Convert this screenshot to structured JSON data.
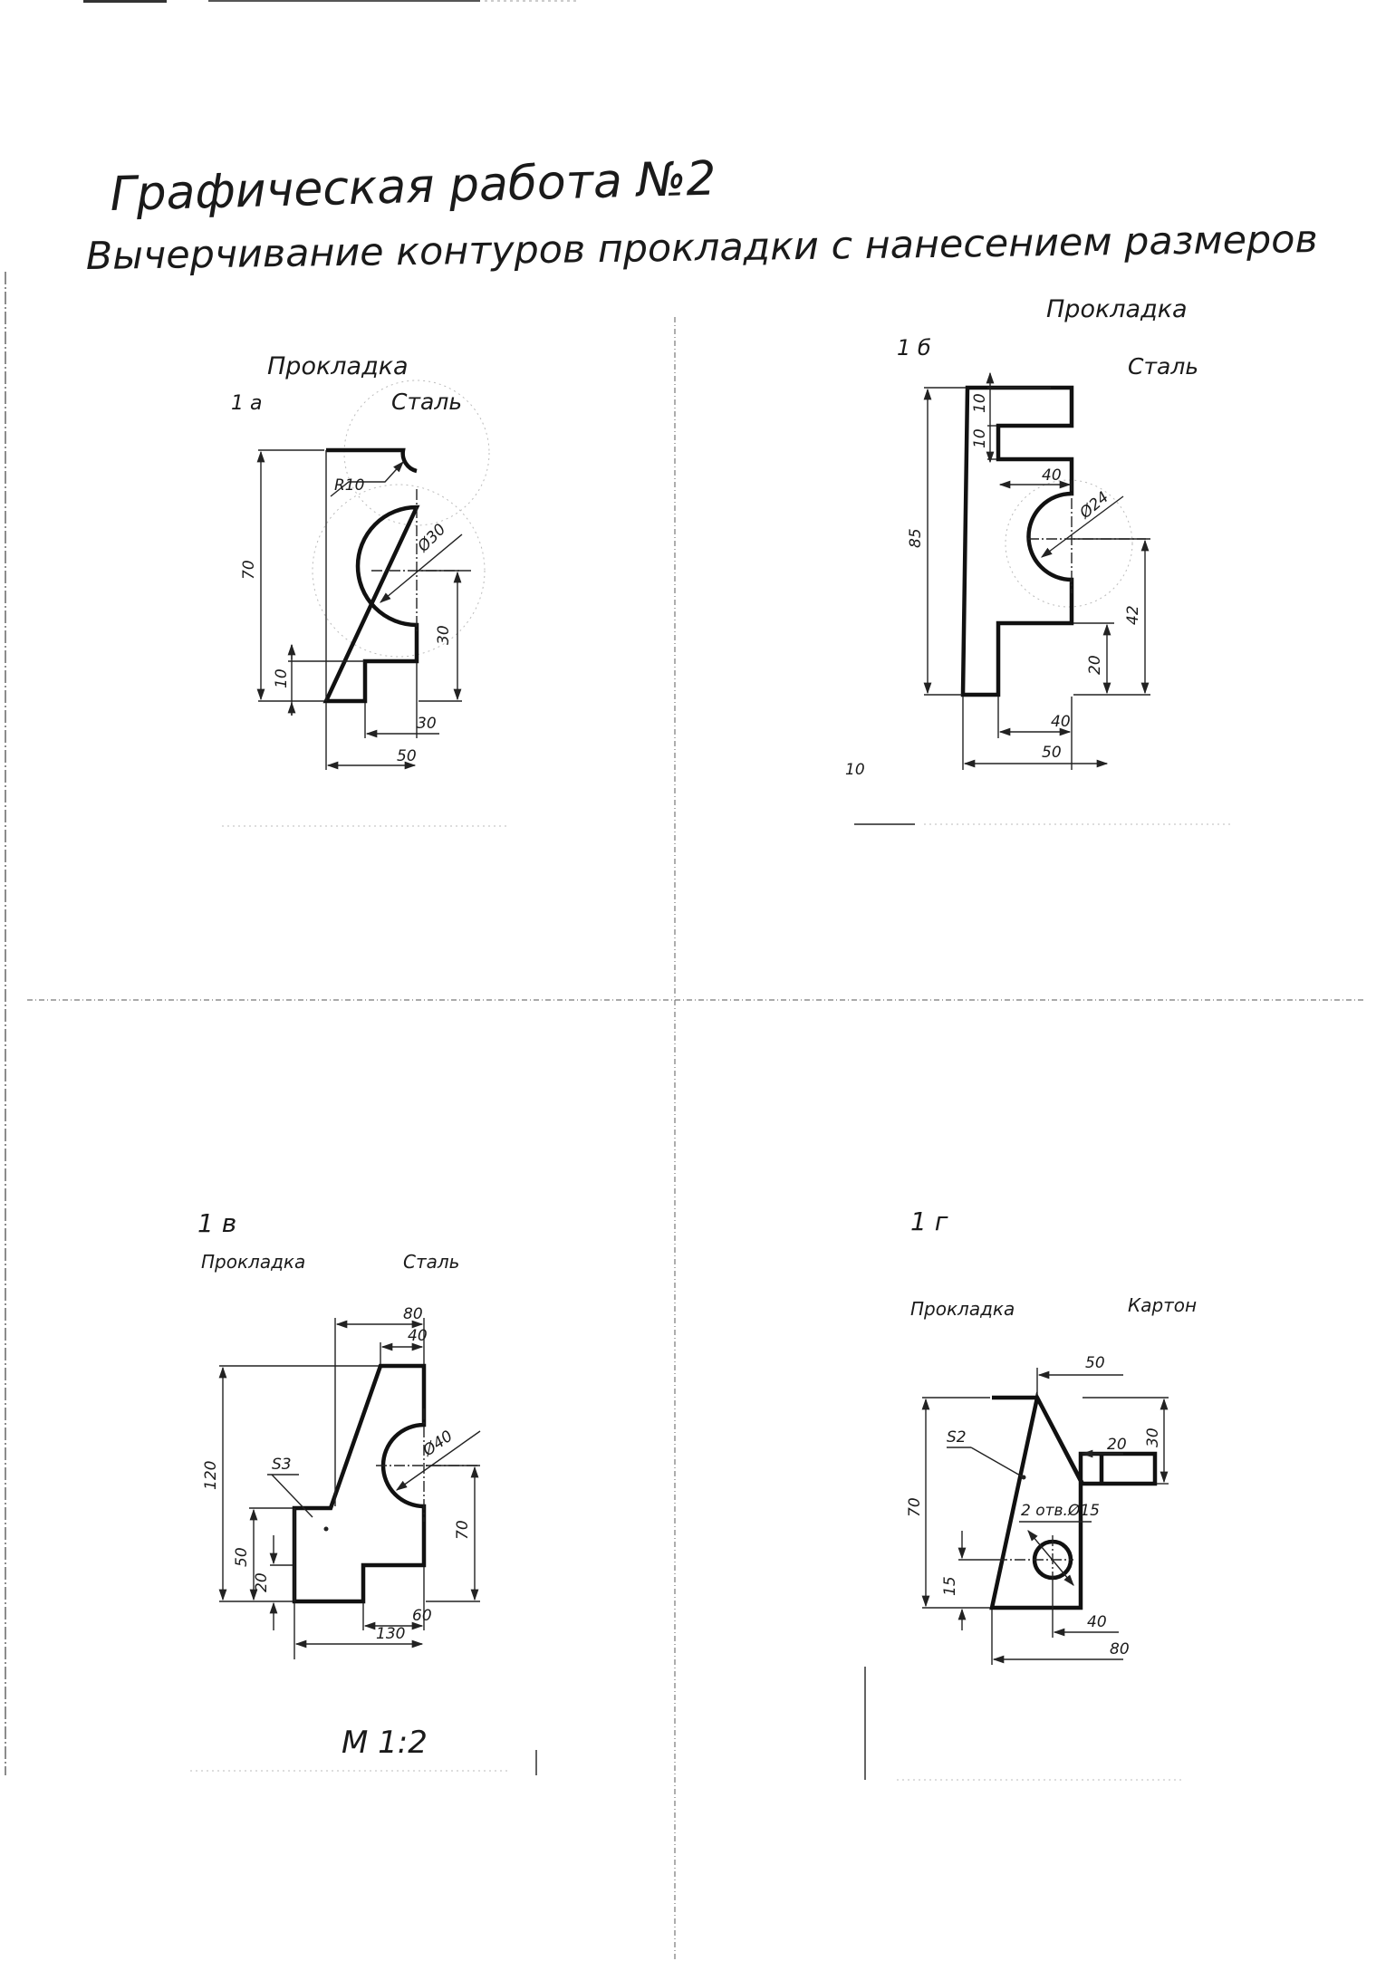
{
  "header": {
    "title": "Графическая работа №2",
    "subtitle": "Вычерчивание контуров прокладки с нанесением размеров"
  },
  "scale": "М 1:2",
  "tasks": [
    {
      "number": "1 а",
      "name": "Прокладка",
      "material": "Сталь",
      "dimensions": [
        "R10",
        "Ø30",
        "70",
        "10",
        "30",
        "30",
        "50"
      ]
    },
    {
      "number": "1 б",
      "name": "Прокладка",
      "material": "Сталь",
      "dimensions": [
        "10",
        "10",
        "40",
        "Ø24",
        "85",
        "42",
        "20",
        "40",
        "50"
      ]
    },
    {
      "number": "1 в",
      "name": "Прокладка",
      "material": "Сталь",
      "dimensions": [
        "80",
        "40",
        "Ø40",
        "S3",
        "120",
        "50",
        "20",
        "70",
        "60",
        "130"
      ]
    },
    {
      "number": "1 г",
      "name": "Прокладка",
      "material": "Картон",
      "dimensions": [
        "50",
        "S2",
        "20",
        "30",
        "70",
        "2 отв.Ø15",
        "15",
        "40",
        "80"
      ]
    }
  ],
  "stray_mark": "10"
}
